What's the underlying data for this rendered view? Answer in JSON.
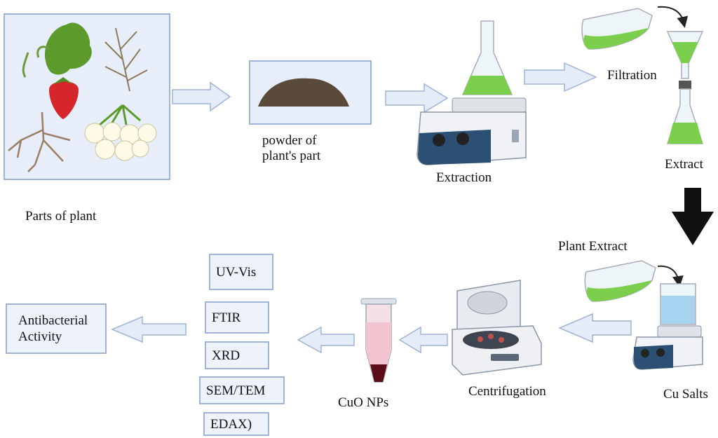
{
  "labels": {
    "parts_of_plant": "Parts of plant",
    "powder_line1": "powder of",
    "powder_line2": "plant's part",
    "extraction": "Extraction",
    "filtration": "Filtration",
    "extract": "Extract",
    "plant_extract": "Plant Extract",
    "cu_salts": "Cu Salts",
    "centrifugation": "Centrifugation",
    "cuo_nps": "CuO NPs",
    "antibacterial_line1": "Antibacterial",
    "antibacterial_line2": "Activity"
  },
  "characterization": [
    "UV-Vis",
    "FTIR",
    "XRD",
    "SEM/TEM",
    "EDAX)"
  ],
  "colors": {
    "box_border": "#9fb3d6",
    "box_fill": "#e7eef9",
    "arrow_fill": "#e4ecf8",
    "extract_green": "#7ccf4c",
    "main_arrow": "#111111"
  }
}
